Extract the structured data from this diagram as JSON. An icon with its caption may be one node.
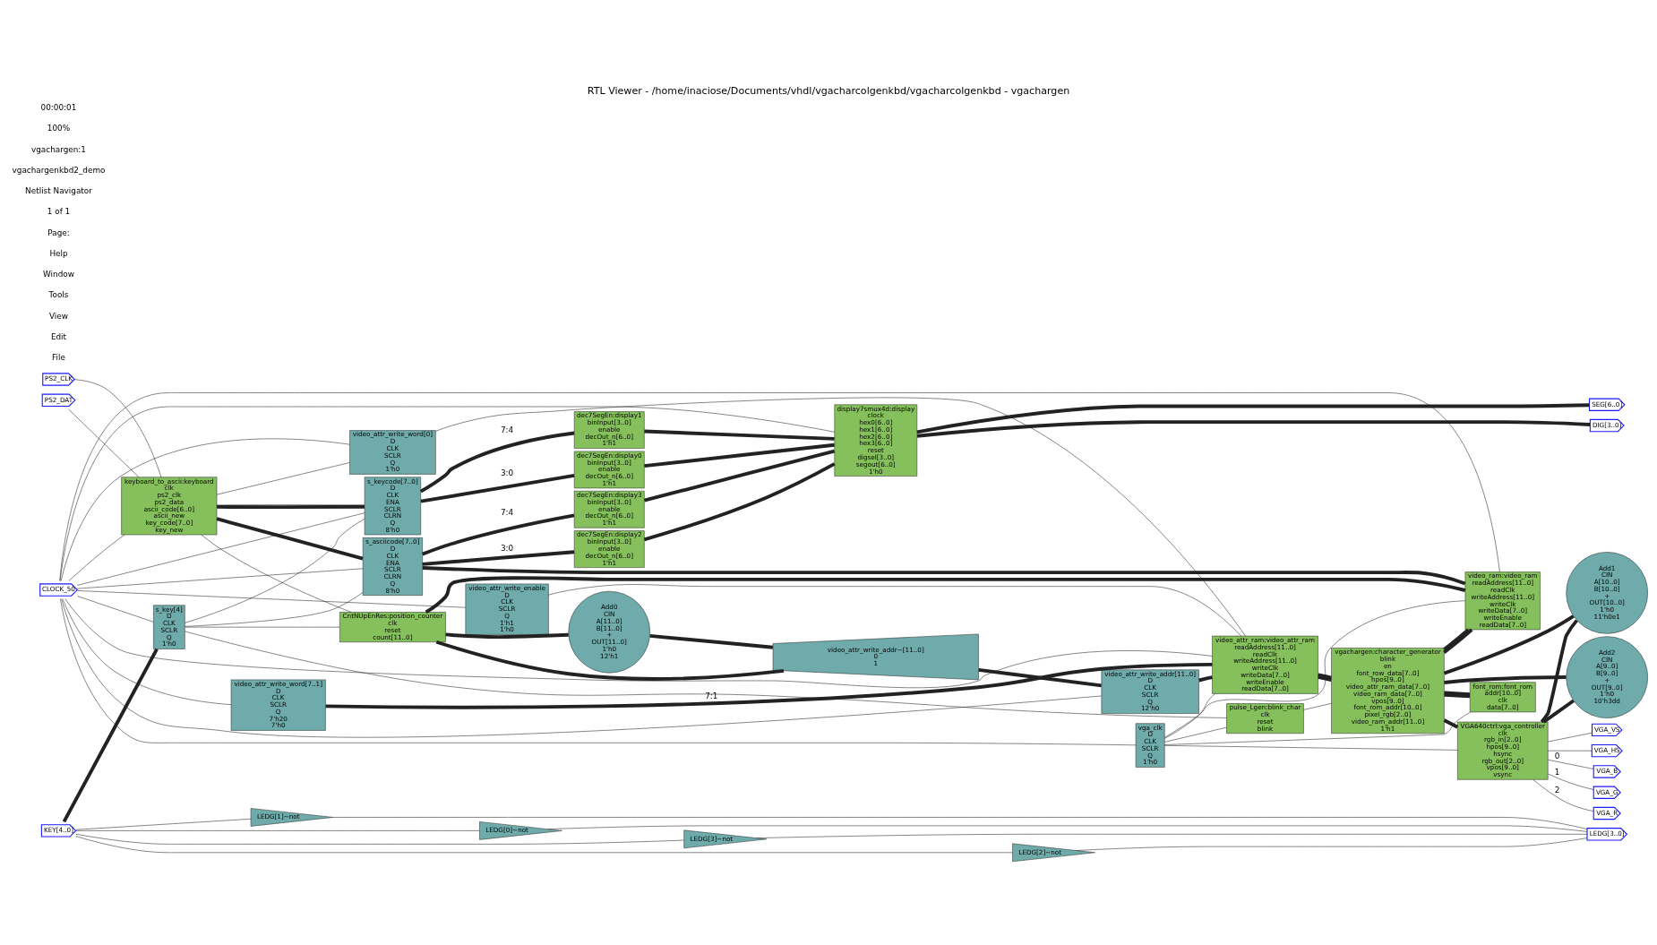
{
  "diagram": {
    "title": "RTL Viewer - /home/inaciose/Documents/vhdl/vgacharcolgenkbd/vgacharcolgenkbd - vgachargen",
    "nodes": [
      {
        "text": [
          "CLOCK_50"
        ]
      },
      {
        "text": [
          "PS2_CLK"
        ]
      },
      {
        "text": [
          "PS2_DAT"
        ]
      },
      {
        "text": [
          "KEY[4..0]"
        ]
      },
      {
        "text": [
          "keyboard_to_ascii:keyboard",
          "clk",
          "ps2_clk",
          "ps2_data",
          "ascii_code[6..0]",
          "ascii_new",
          "key_code[7..0]",
          "key_new"
        ]
      },
      {
        "text": [
          "s_key[4]",
          "D",
          "CLK",
          "SCLR",
          "Q",
          "1'h0"
        ]
      },
      {
        "text": [
          "CntNUpEnRes:position_counter",
          "clk",
          "reset",
          "count[11..0]"
        ]
      },
      {
        "text": [
          "Add0",
          "CIN",
          "A[11..0]",
          "B[11..0]",
          "+",
          "OUT[11..0]",
          "1'h0",
          "12'h1"
        ]
      },
      {
        "text": [
          "video_attr_write_addr~[11..0]",
          "0",
          "1"
        ]
      },
      {
        "text": [
          "s_asciicode[7..0]",
          "D",
          "CLK",
          "ENA",
          "SCLR",
          "CLRN",
          "Q",
          "8'h0"
        ]
      },
      {
        "text": [
          "video_attr_write_word[0]",
          "D",
          "CLK",
          "SCLR",
          "Q",
          "1'h0"
        ]
      },
      {
        "text": [
          "video_attr_write_addr[11..0]",
          "D",
          "CLK",
          "SCLR",
          "Q",
          "12'h0"
        ]
      },
      {
        "text": [
          "video_attr_write_word[7..1]",
          "D",
          "CLK",
          "SCLR",
          "Q",
          "7'h20",
          "7'h0"
        ]
      },
      {
        "text": [
          "video_attr_write_enable",
          "D",
          "CLK",
          "SCLR",
          "Q",
          "1'h1",
          "1'h0"
        ]
      },
      {
        "text": [
          "vga_clk",
          "D",
          "CLK",
          "SCLR",
          "Q",
          "1'h0"
        ]
      },
      {
        "text": [
          "s_keycode[7..0]",
          "D",
          "CLK",
          "ENA",
          "SCLR",
          "CLRN",
          "Q",
          "8'h0"
        ]
      },
      {
        "text": [
          "video_ram:video_ram",
          "readAddress[11..0]",
          "readClk",
          "writeAddress[11..0]",
          "writeClk",
          "writeData[7..0]",
          "writeEnable",
          "readData[7..0]"
        ]
      },
      {
        "text": [
          "video_attr_ram:video_attr_ram",
          "readAddress[11..0]",
          "readClk",
          "writeAddress[11..0]",
          "writeClk",
          "writeData[7..0]",
          "writeEnable",
          "readData[7..0]"
        ]
      },
      {
        "text": [
          "font_rom:font_rom",
          "addr[10..0]",
          "clk",
          "data[7..0]"
        ]
      },
      {
        "text": [
          "pulse_Lgen:blink_char",
          "clk",
          "reset",
          "blink"
        ]
      },
      {
        "text": [
          "Add1",
          "CIN",
          "A[10..0]",
          "B[10..0]",
          "+",
          "OUT[10..0]",
          "1'h0",
          "11'h0e1"
        ]
      },
      {
        "text": [
          "Add2",
          "CIN",
          "A[9..0]",
          "B[9..0]",
          "+",
          "OUT[9..0]",
          "1'h0",
          "10'h3dd"
        ]
      },
      {
        "text": [
          "vgachargen:character_generator",
          "blink",
          "en",
          "font_row_data[7..0]",
          "hpos[9..0]",
          "video_attr_ram_data[7..0]",
          "video_ram_data[7..0]",
          "vpos[9..0]",
          "font_rom_addr[10..0]",
          "pixel_rgb[2..0]",
          "video_ram_addr[11..0]",
          "1'h1"
        ]
      },
      {
        "text": [
          "dec7SegEn:display0",
          "binInput[3..0]",
          "enable",
          "decOut_n[6..0]",
          "1'h1"
        ]
      },
      {
        "text": [
          "dec7SegEn:display1",
          "binInput[3..0]",
          "enable",
          "decOut_n[6..0]",
          "1'h1"
        ]
      },
      {
        "text": [
          "dec7SegEn:display2",
          "binInput[3..0]",
          "enable",
          "decOut_n[6..0]",
          "1'h1"
        ]
      },
      {
        "text": [
          "dec7SegEn:display3",
          "binInput[3..0]",
          "enable",
          "decOut_n[6..0]",
          "1'h1"
        ]
      },
      {
        "text": [
          "display7smux4d:display",
          "clock",
          "hex0[6..0]",
          "hex1[6..0]",
          "hex2[6..0]",
          "hex3[6..0]",
          "reset",
          "digsel[3..0]",
          "segout[6..0]",
          "1'h0"
        ]
      },
      {
        "text": [
          "LEDG[1]~not"
        ]
      },
      {
        "text": [
          "LEDG[0]~not"
        ]
      },
      {
        "text": [
          "LEDG[3]~not"
        ]
      },
      {
        "text": [
          "LEDG[2]~not"
        ]
      },
      {
        "text": [
          "VGA640ctrl:vga_controller",
          "clk",
          "rgb_in[2..0]",
          "hpos[9..0]",
          "hsync",
          "rgb_out[2..0]",
          "vpos[9..0]",
          "vsync"
        ]
      },
      {
        "text": [
          "DIG[3..0]"
        ]
      },
      {
        "text": [
          "SEG[6..0]"
        ]
      },
      {
        "text": [
          "LEDG[3..0]"
        ]
      },
      {
        "text": [
          "VGA_HS"
        ]
      },
      {
        "text": [
          "VGA_B"
        ]
      },
      {
        "text": [
          "VGA_G"
        ]
      },
      {
        "text": [
          "VGA_R"
        ]
      },
      {
        "text": [
          "VGA_VS"
        ]
      }
    ],
    "edges": [
      {
        "from": 0,
        "to": 4,
        "arrow": "none"
      },
      {
        "from": 1,
        "to": 4,
        "arrow": "none"
      },
      {
        "from": 2,
        "to": 4,
        "arrow": "none"
      },
      {
        "from": 3,
        "to": 5,
        "arrow": "none",
        "style": "thick"
      },
      {
        "from": 0,
        "to": 5,
        "arrow": "none"
      },
      {
        "from": 0,
        "to": 9,
        "arrow": "none"
      },
      {
        "from": 0,
        "to": 15,
        "arrow": "none"
      },
      {
        "from": 0,
        "to": 10,
        "arrow": "none"
      },
      {
        "from": 0,
        "to": 11,
        "arrow": "none"
      },
      {
        "from": 0,
        "to": 12,
        "arrow": "none"
      },
      {
        "from": 0,
        "to": 13,
        "arrow": "none"
      },
      {
        "from": 0,
        "to": 14,
        "arrow": "none"
      },
      {
        "from": 0,
        "to": 27,
        "arrow": "none"
      },
      {
        "from": 0,
        "to": 16,
        "arrow": "none"
      },
      {
        "from": 0,
        "to": 17,
        "arrow": "none"
      },
      {
        "from": 4,
        "to": 9,
        "arrow": "none",
        "style": "thick"
      },
      {
        "from": 4,
        "to": 6,
        "arrow": "none"
      },
      {
        "from": 4,
        "to": 10,
        "arrow": "none"
      },
      {
        "from": 4,
        "to": 15,
        "arrow": "none",
        "style": "thick"
      },
      {
        "from": 4,
        "to": 15,
        "arrow": "none"
      },
      {
        "from": 5,
        "to": 6,
        "arrow": "none"
      },
      {
        "from": 5,
        "to": 9,
        "arrow": "none"
      },
      {
        "from": 5,
        "to": 15,
        "arrow": "none"
      },
      {
        "from": 5,
        "to": 19,
        "arrow": "none"
      },
      {
        "from": 6,
        "to": 7,
        "arrow": "none",
        "style": "thick"
      },
      {
        "from": 7,
        "to": 8,
        "arrow": "none",
        "style": "thick"
      },
      {
        "from": 6,
        "to": 8,
        "arrow": "none",
        "style": "thick"
      },
      {
        "from": 8,
        "to": 11,
        "arrow": "none",
        "style": "thick"
      },
      {
        "from": 6,
        "to": 16,
        "arrow": "none",
        "style": "thick"
      },
      {
        "from": 9,
        "to": 16,
        "arrow": "none",
        "style": "thick"
      },
      {
        "from": 9,
        "to": 25,
        "label": "3:0",
        "arrow": "none",
        "style": "thick"
      },
      {
        "from": 9,
        "to": 26,
        "label": "7:4",
        "arrow": "none",
        "style": "thick"
      },
      {
        "from": 11,
        "to": 17,
        "arrow": "none",
        "style": "thick"
      },
      {
        "from": 10,
        "to": 17,
        "arrow": "none"
      },
      {
        "from": 12,
        "to": 17,
        "label": "7:1",
        "arrow": "none",
        "style": "thick"
      },
      {
        "from": 13,
        "to": 17,
        "arrow": "none"
      },
      {
        "from": 14,
        "to": 18,
        "arrow": "none"
      },
      {
        "from": 14,
        "to": 19,
        "arrow": "none"
      },
      {
        "from": 14,
        "to": 16,
        "arrow": "none"
      },
      {
        "from": 14,
        "to": 17,
        "arrow": "none"
      },
      {
        "from": 14,
        "to": 32,
        "arrow": "none"
      },
      {
        "from": 15,
        "to": 23,
        "label": "3:0",
        "arrow": "none",
        "style": "thick"
      },
      {
        "from": 15,
        "to": 24,
        "label": "7:4",
        "arrow": "none",
        "style": "thick"
      },
      {
        "from": 16,
        "to": 22,
        "arrow": "none",
        "style": "thick"
      },
      {
        "from": 17,
        "to": 22,
        "arrow": "none",
        "style": "thick"
      },
      {
        "from": 18,
        "to": 22,
        "arrow": "none",
        "style": "thick"
      },
      {
        "from": 19,
        "to": 22,
        "arrow": "none"
      },
      {
        "from": 20,
        "to": 22,
        "arrow": "none",
        "style": "thick"
      },
      {
        "from": 21,
        "to": 22,
        "arrow": "none",
        "style": "thick"
      },
      {
        "from": 22,
        "to": 18,
        "arrow": "none",
        "style": "thick"
      },
      {
        "from": 22,
        "to": 16,
        "arrow": "none",
        "style": "thick"
      },
      {
        "from": 22,
        "to": 17,
        "arrow": "none",
        "style": "thick"
      },
      {
        "from": 22,
        "to": 32,
        "arrow": "none",
        "style": "thick"
      },
      {
        "from": 32,
        "to": 20,
        "arrow": "none",
        "style": "thick"
      },
      {
        "from": 32,
        "to": 21,
        "arrow": "none",
        "style": "thick"
      },
      {
        "from": 23,
        "to": 27,
        "arrow": "none",
        "style": "thick"
      },
      {
        "from": 24,
        "to": 27,
        "arrow": "none",
        "style": "thick"
      },
      {
        "from": 25,
        "to": 27,
        "arrow": "none",
        "style": "thick"
      },
      {
        "from": 26,
        "to": 27,
        "arrow": "none",
        "style": "thick"
      },
      {
        "from": 27,
        "to": 33,
        "arrow": "none",
        "style": "thick"
      },
      {
        "from": 27,
        "to": 34,
        "arrow": "none",
        "style": "thick"
      },
      {
        "from": 3,
        "to": 28,
        "arrow": "none"
      },
      {
        "from": 3,
        "to": 29,
        "arrow": "none"
      },
      {
        "from": 3,
        "to": 30,
        "arrow": "none"
      },
      {
        "from": 3,
        "to": 31,
        "arrow": "none"
      },
      {
        "from": 28,
        "to": 35,
        "arrow": "none"
      },
      {
        "from": 29,
        "to": 35,
        "arrow": "none"
      },
      {
        "from": 30,
        "to": 35,
        "arrow": "none"
      },
      {
        "from": 31,
        "to": 35,
        "arrow": "none"
      },
      {
        "from": 32,
        "to": 36,
        "arrow": "none"
      },
      {
        "from": 32,
        "to": 37,
        "label": "0",
        "arrow": "none"
      },
      {
        "from": 32,
        "to": 38,
        "label": "1",
        "arrow": "none"
      },
      {
        "from": 32,
        "to": 39,
        "label": "2",
        "arrow": "none"
      },
      {
        "from": 32,
        "to": 40,
        "arrow": "none"
      }
    ],
    "labels": [
      "File",
      "Edit",
      "View",
      "Tools",
      "Window",
      "Help",
      "Page:",
      "1 of 1",
      "Netlist Navigator",
      "vgachargenkbd2_demo",
      "vgachargen:1",
      "100%",
      "00:00:01"
    ]
  }
}
